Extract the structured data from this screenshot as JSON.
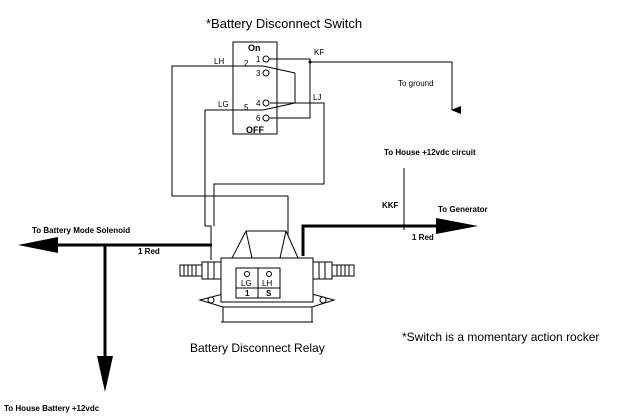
{
  "title": "*Battery Disconnect Switch",
  "switch": {
    "on_label": "On",
    "off_label": "OFF",
    "pins": [
      "1",
      "2",
      "3",
      "4",
      "5",
      "6"
    ]
  },
  "wires": {
    "kf": "KF",
    "lh": "LH",
    "lg": "LG",
    "lj": "LJ",
    "kkf": "KKF"
  },
  "labels": {
    "to_ground": "To ground",
    "to_house_circuit": "To House  +12vdc circuit",
    "to_battery_mode_solenoid": "To Battery Mode Solenoid",
    "to_generator": "To Generator",
    "to_house_battery": "To House Battery  +12vdc",
    "red_left": "1 Red",
    "red_right": "1 Red"
  },
  "relay": {
    "caption": "Battery Disconnect Relay",
    "terminal_lg": "LG",
    "terminal_lh": "LH",
    "terminal_1": "1",
    "terminal_s": "S"
  },
  "note": "*Switch is a momentary action rocker"
}
